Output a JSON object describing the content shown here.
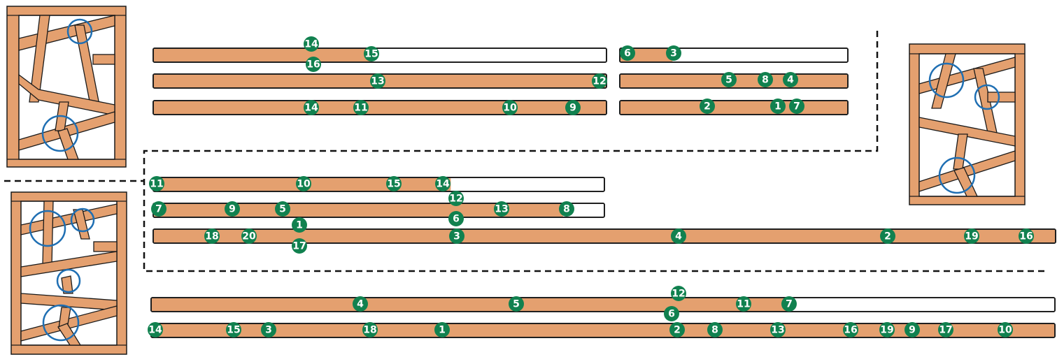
{
  "colors": {
    "wood": "#e4a06f",
    "outline": "#1a1a1a",
    "marker": "#11814f",
    "marker_text": "#ffffff",
    "highlight_circle": "#1f6fb3",
    "divider": "#111111"
  },
  "frames": [
    {
      "name": "frame-top-left",
      "joint_circles": 2
    },
    {
      "name": "frame-bottom-left",
      "joint_circles": 4
    },
    {
      "name": "frame-right",
      "joint_circles": 3
    }
  ],
  "board_groups": [
    {
      "name": "group-1-left",
      "boards": [
        {
          "used_fraction": 0.48,
          "markers": [
            "14",
            "15",
            "16"
          ]
        },
        {
          "used_fraction": 1.0,
          "markers": [
            "13",
            "12"
          ]
        },
        {
          "used_fraction": 1.0,
          "markers": [
            "14",
            "11",
            "10",
            "9"
          ]
        }
      ]
    },
    {
      "name": "group-1-right",
      "boards": [
        {
          "used_fraction": 0.23,
          "markers": [
            "6",
            "3"
          ]
        },
        {
          "used_fraction": 1.0,
          "markers": [
            "5",
            "8",
            "4"
          ]
        },
        {
          "used_fraction": 1.0,
          "markers": [
            "2",
            "1",
            "7"
          ]
        }
      ]
    },
    {
      "name": "group-2",
      "boards": [
        {
          "used_fraction": 0.66,
          "markers": [
            "11",
            "10",
            "15",
            "14"
          ]
        },
        {
          "used_fraction": 0.91,
          "markers": [
            "7",
            "9",
            "5",
            "12",
            "6",
            "13",
            "8"
          ]
        },
        {
          "used_fraction": 1.0,
          "markers": [
            "18",
            "20",
            "1",
            "17",
            "3",
            "4",
            "2",
            "19",
            "16"
          ]
        }
      ]
    },
    {
      "name": "group-3",
      "boards": [
        {
          "used_fraction": 0.71,
          "markers": [
            "4",
            "5",
            "12",
            "6",
            "11",
            "7"
          ]
        },
        {
          "used_fraction": 1.0,
          "markers": [
            "14",
            "15",
            "3",
            "18",
            "1",
            "2",
            "8",
            "13",
            "16",
            "19",
            "9",
            "17",
            "10"
          ]
        }
      ]
    }
  ]
}
